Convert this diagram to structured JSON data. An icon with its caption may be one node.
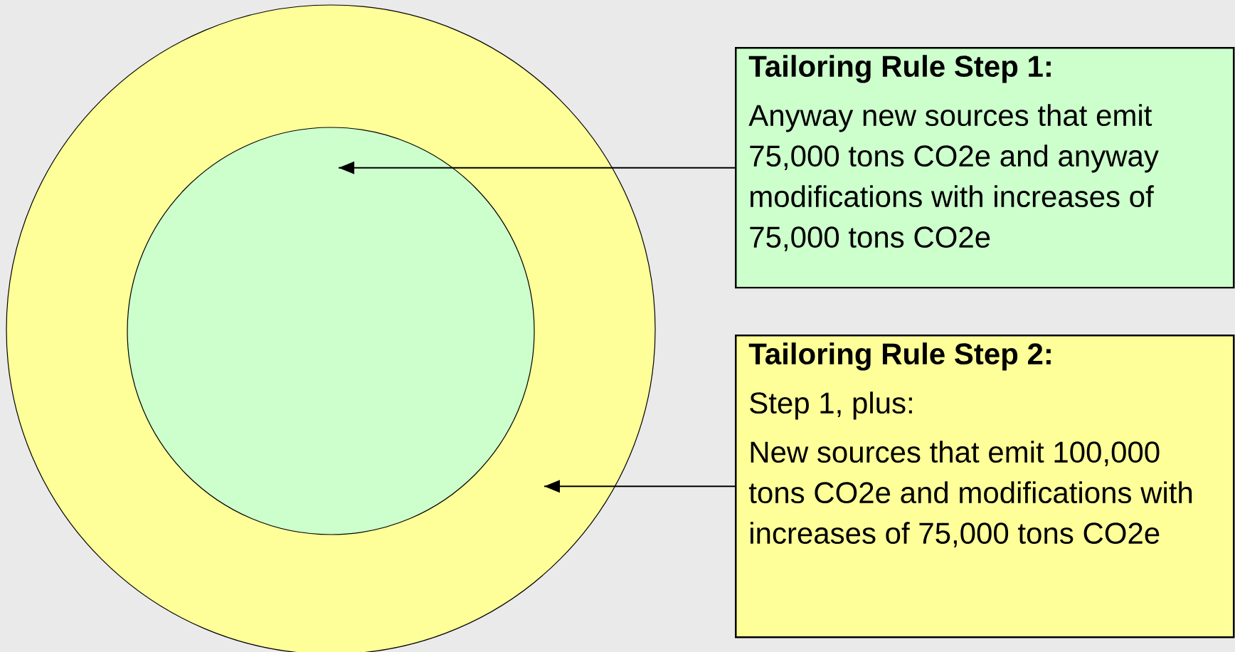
{
  "diagram": {
    "nodes": [
      {
        "text": [],
        "shape": "circle"
      },
      {
        "text": [],
        "shape": "circle",
        "in": 0
      },
      {
        "text": [
          "Tailoring Rule Step 1:",
          "Anyway new sources that emit 75,000 tons CO2e and anyway modifications with increases of 75,000 tons CO2e"
        ]
      },
      {
        "text": [
          "Tailoring Rule Step 2:",
          "Step 1, plus:",
          "New sources that emit 100,000 tons CO2e and modifications with increases of 75,000 tons CO2e"
        ]
      }
    ],
    "edges": [
      {
        "from": 2,
        "to": 1,
        "arrow": "to"
      },
      {
        "from": 3,
        "to": 0,
        "arrow": "to"
      }
    ]
  }
}
